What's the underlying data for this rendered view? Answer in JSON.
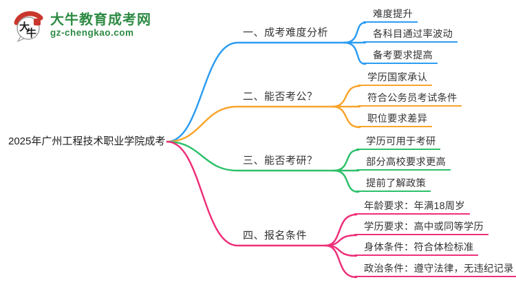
{
  "logo": {
    "icon_text_top": "大",
    "icon_text_bottom": "牛",
    "site_name": "大牛教育成考网",
    "site_domain": "gz-chengkao.com",
    "brand_green": "#2d8a43",
    "brand_red": "#c9372c"
  },
  "central_topic": "2025年广州工程技术职业学院成考",
  "branches": [
    {
      "label": "一、成考难度分析",
      "color": "#2b9cf2",
      "children": [
        "难度提升",
        "各科目通过率波动",
        "备考要求提高"
      ]
    },
    {
      "label": "二、能否考公？",
      "color": "#f8a42a",
      "children": [
        "学历国家承认",
        "符合公务员考试条件",
        "职位要求差异"
      ]
    },
    {
      "label": "三、能否考研？",
      "color": "#2cc069",
      "children": [
        "学历可用于考研",
        "部分高校要求更高",
        "提前了解政策"
      ]
    },
    {
      "label": "四、报名条件",
      "color": "#ee2e79",
      "children": [
        "年龄要求：年满18周岁",
        "学历要求：高中或同等学历",
        "身体条件：符合体检标准",
        "政治条件：遵守法律，无违纪记录"
      ]
    }
  ]
}
